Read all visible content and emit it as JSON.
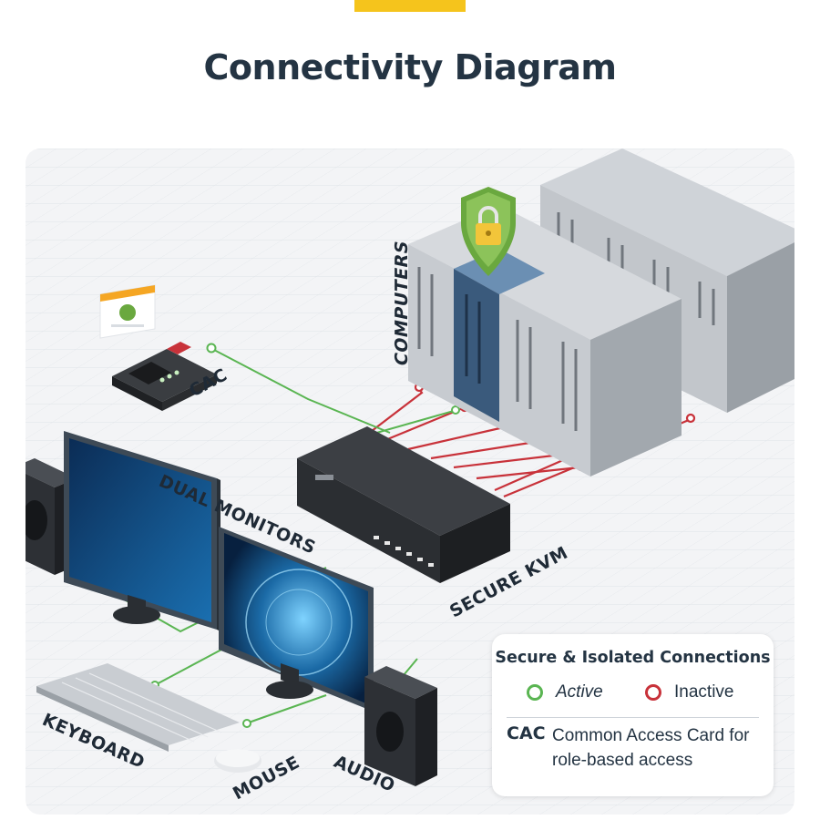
{
  "title": "Connectivity Diagram",
  "colors": {
    "accent": "#f5c41c",
    "active": "#5ab552",
    "inactive": "#c8323a",
    "shield": "#6aa83f",
    "text": "#243443"
  },
  "labels": {
    "computers": "COMPUTERS",
    "cac": "CAC",
    "dual_monitors": "DUAL MONITORS",
    "secure_kvm": "SECURE KVM",
    "keyboard": "KEYBOARD",
    "mouse": "MOUSE",
    "audio": "AUDIO"
  },
  "legend": {
    "title": "Secure & Isolated Connections",
    "active": "Active",
    "inactive": "Inactive",
    "abbr": "CAC",
    "abbr_desc": "Common Access Card for role-based access"
  },
  "icons": [
    "shield-lock-icon",
    "user-card-icon"
  ]
}
